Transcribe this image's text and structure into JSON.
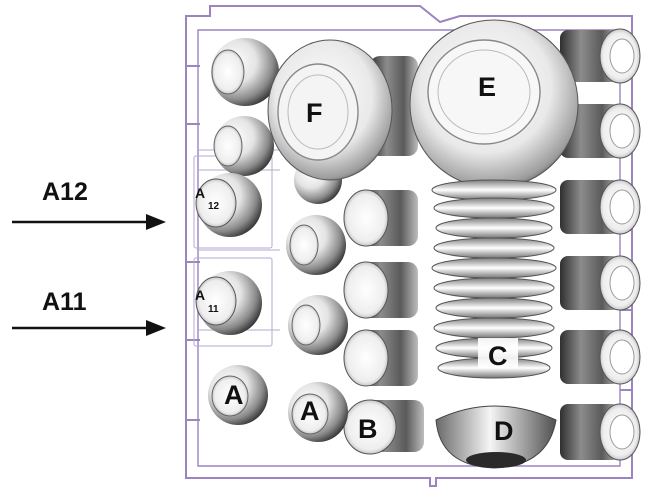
{
  "diagram": {
    "subject": "dishwasher lower basket loading layout",
    "external_labels": [
      {
        "id": "a12",
        "text": "A12"
      },
      {
        "id": "a11",
        "text": "A11"
      }
    ],
    "rack_labels": {
      "plate_large": "E",
      "plate_medium": "F",
      "plates_stack": "C",
      "bowl": "D",
      "cup_b": "B",
      "cup_a1": "A",
      "cup_a2": "A",
      "holder_a12": {
        "main": "A",
        "sub": "12"
      },
      "holder_a11": {
        "main": "A",
        "sub": "11"
      }
    },
    "colors": {
      "rack_wire": "#9b84c1",
      "object_fill": "#d9d9d9",
      "object_shadow": "#4a4a4a",
      "arrow": "#111111"
    }
  }
}
